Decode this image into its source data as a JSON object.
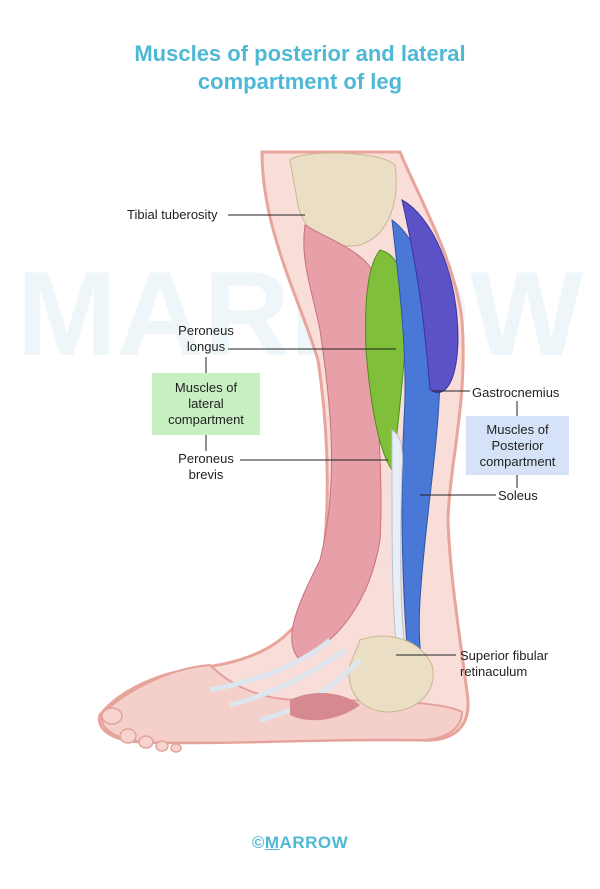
{
  "title": {
    "line1": "Muscles of posterior and lateral",
    "line2": "compartment of leg"
  },
  "watermark": "MARROW",
  "labels": {
    "tibial_tuberosity": "Tibial tuberosity",
    "peroneus_longus_1": "Peroneus",
    "peroneus_longus_2": "longus",
    "peroneus_brevis_1": "Peroneus",
    "peroneus_brevis_2": "brevis",
    "gastrocnemius": "Gastrocnemius",
    "soleus": "Soleus",
    "superior_fibular_1": "Superior fibular",
    "superior_fibular_2": "retinaculum"
  },
  "boxes": {
    "lateral": {
      "line1": "Muscles of",
      "line2": "lateral",
      "line3": "compartment",
      "color": "#c8efc2"
    },
    "posterior": {
      "line1": "Muscles of",
      "line2": "Posterior",
      "line3": "compartment",
      "color": "#d6e2f8"
    }
  },
  "footer": {
    "copyright": "©",
    "brand_first": "M",
    "brand_rest": "ARROW"
  },
  "colors": {
    "title": "#4fb8d4",
    "skin": "#f3c7c2",
    "muscle_pink": "#e7a0a8",
    "peroneus_green": "#7fbf3a",
    "gastrocnemius_purple": "#5b52c8",
    "soleus_blue": "#4a78d6",
    "tendon": "#e8eef5",
    "bone": "#eadfc4"
  }
}
